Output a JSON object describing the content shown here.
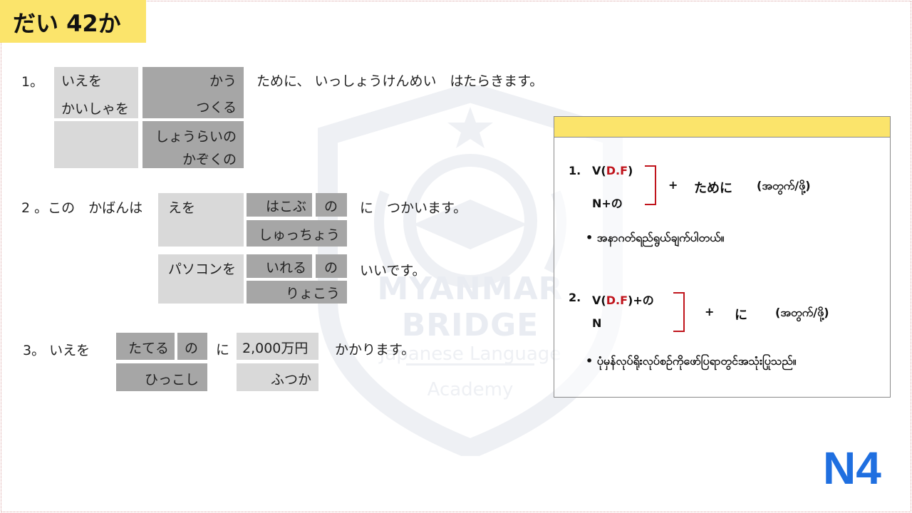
{
  "title": "だい 42か",
  "level": "N4",
  "watermark": {
    "brand": "MYANMAR BRIDGE",
    "sub1": "Japanese Language",
    "sub2": "Academy"
  },
  "ex1": {
    "num": "1。",
    "a1": "いえを",
    "a2": "かいしゃを",
    "b1": "かう",
    "b2": "つくる",
    "c1": "しょうらいの",
    "c2": "かぞくの",
    "tail": "ために、 いっしょうけんめい　はたらきます。"
  },
  "ex2": {
    "num": "2 。この　かばんは",
    "a1": "えを",
    "b1": "はこぶ",
    "no1": "の",
    "tail1": "に　つかいます。",
    "b2": "しゅっちょう",
    "a2": "パソコンを",
    "b3": "いれる",
    "no2": "の",
    "tail2": "いいです。",
    "b4": "りょこう"
  },
  "ex3": {
    "num": "3。 いえを",
    "a1": "たてる",
    "no": "の",
    "ni": "に",
    "c1": "2,000万円",
    "tail": "かかります。",
    "a2": "ひっこし",
    "c2": "ふつか"
  },
  "grammar": {
    "i1_num": "1.",
    "i1_v": "V(",
    "i1_df": "D.F",
    "i1_close": ")",
    "i1_n": "N+の",
    "i1_plus": "+",
    "i1_word": "ために",
    "i1_mm": "(အတွက်/ဖို့)",
    "i1_note": "• အနာဂတ်ရည်ရွယ်ချက်ပါတယ်။",
    "i2_num": "2.",
    "i2_v": "V(",
    "i2_df": "D.F",
    "i2_close": ")+の",
    "i2_n": "N",
    "i2_plus": "+",
    "i2_word": "に",
    "i2_mm": "(အတွက်/ဖို့)",
    "i2_note": "• ပုံမှန်လုပ်ရိုးလုပ်စဉ်ကိုဖော်ပြရာတွင်အသုံးပြုသည်။"
  }
}
